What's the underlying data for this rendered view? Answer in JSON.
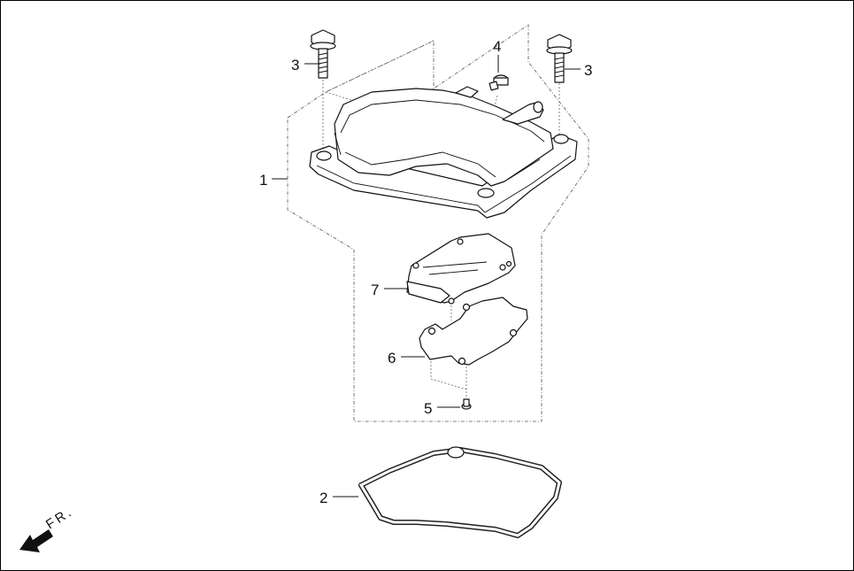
{
  "diagram": {
    "callouts": [
      {
        "id": "1",
        "text": "1"
      },
      {
        "id": "2",
        "text": "2"
      },
      {
        "id": "3a",
        "text": "3"
      },
      {
        "id": "3b",
        "text": "3"
      },
      {
        "id": "4",
        "text": "4"
      },
      {
        "id": "5",
        "text": "5"
      },
      {
        "id": "6",
        "text": "6"
      },
      {
        "id": "7",
        "text": "7"
      }
    ],
    "direction_label": "FR."
  }
}
